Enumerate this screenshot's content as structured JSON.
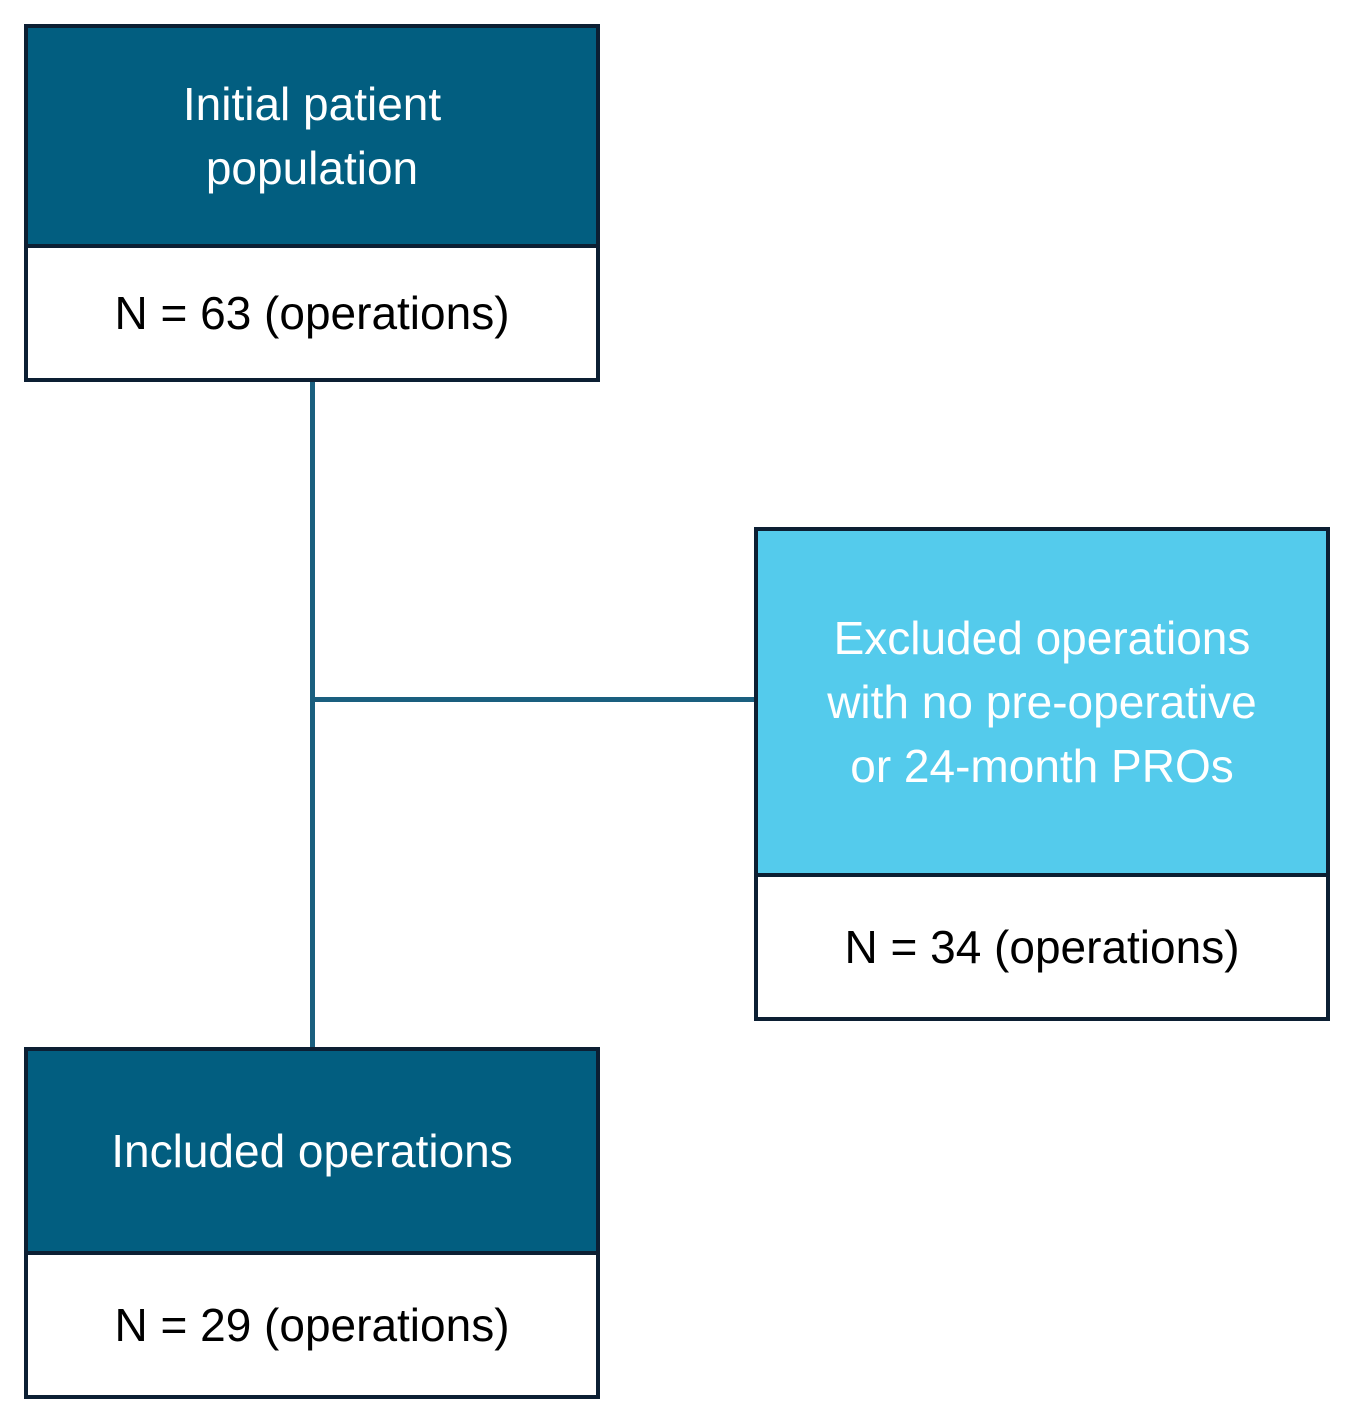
{
  "flowchart": {
    "initial": {
      "title_lines": [
        "Initial patient",
        "population"
      ],
      "count": "N = 63 (operations)"
    },
    "excluded": {
      "title_lines": [
        "Excluded operations",
        "with no pre-operative",
        "or 24-month PROs"
      ],
      "count": "N = 34 (operations)"
    },
    "included": {
      "title_lines": [
        "Included operations"
      ],
      "count": "N = 29 (operations)"
    }
  },
  "colors": {
    "dark_header": "#025e80",
    "light_header": "#54cbec",
    "connector": "#1a5f7f",
    "border": "#0c1f33"
  }
}
